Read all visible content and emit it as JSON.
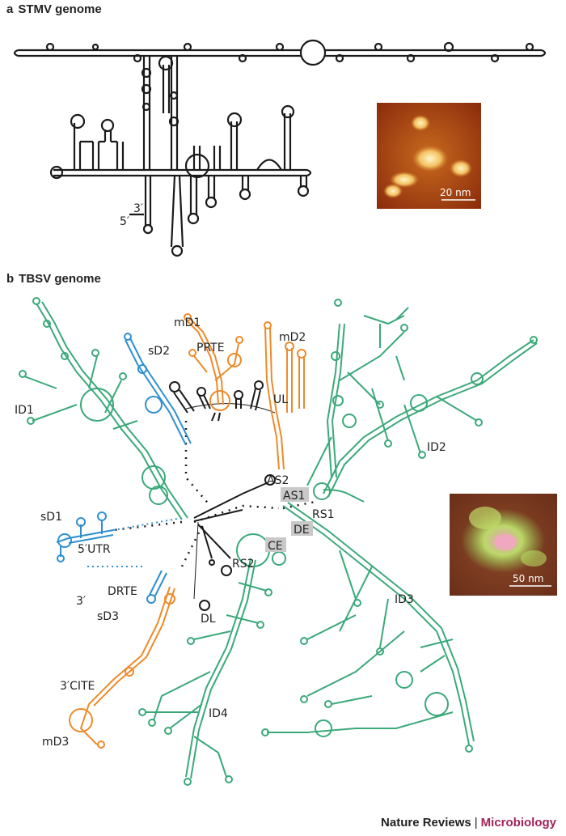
{
  "panel_a": {
    "letter": "a",
    "title": "STMV genome",
    "end3": "3′",
    "end5": "5′",
    "scale_bar": "20 nm"
  },
  "panel_b": {
    "letter": "b",
    "title": "TBSV genome",
    "labels": {
      "mD1": "mD1",
      "PRTE": "PRTE",
      "sD2": "sD2",
      "mD2": "mD2",
      "UL": "UL",
      "ID1": "ID1",
      "ID2": "ID2",
      "AS2": "AS2",
      "AS1": "AS1",
      "RS1": "RS1",
      "DE": "DE",
      "CE": "CE",
      "sD1": "sD1",
      "UTR5": "5′UTR",
      "RS2": "RS2",
      "ID3": "ID3",
      "DRTE": "DRTE",
      "end3": "3′",
      "sD3": "sD3",
      "DL": "DL",
      "CITE3": "3′CITE",
      "ID4": "ID4",
      "mD3": "mD3"
    },
    "scale_bar": "50 nm"
  },
  "colors": {
    "green": "#3aa97a",
    "orange": "#ee8a2a",
    "blue": "#2f8fcf",
    "black": "#1a1a1a",
    "highlight": "#c9c9c9"
  },
  "footer": {
    "journal": "Nature Reviews",
    "separator": "|",
    "subject": "Microbiology"
  }
}
